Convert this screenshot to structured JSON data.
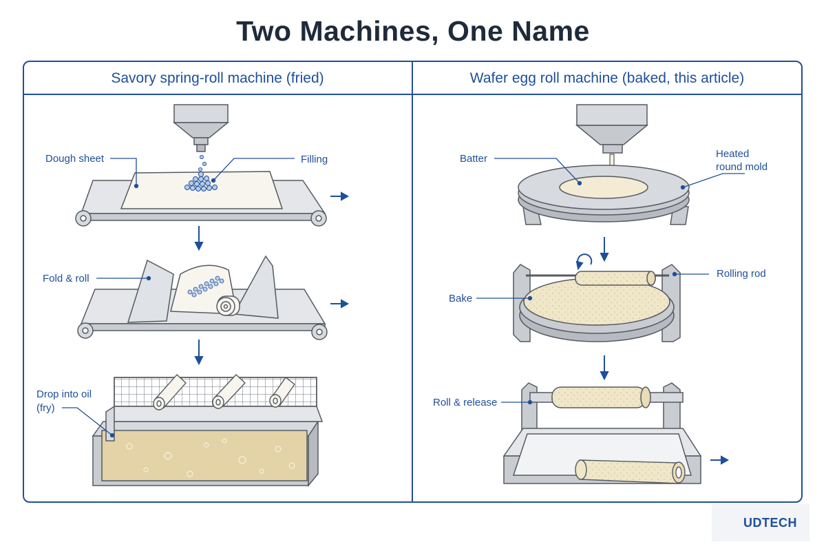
{
  "title": "Two Machines, One Name",
  "left": {
    "heading": "Savory spring-roll machine (fried)",
    "labels": {
      "dough_sheet": "Dough sheet",
      "filling": "Filling",
      "fold_roll": "Fold & roll",
      "drop_oil_line1": "Drop into oil",
      "drop_oil_line2": "(fry)"
    }
  },
  "right": {
    "heading": "Wafer egg roll machine (baked, this article)",
    "labels": {
      "batter": "Batter",
      "heated_line1": "Heated",
      "heated_line2": "round mold",
      "rolling_rod": "Rolling rod",
      "bake": "Bake",
      "roll_release": "Roll & release"
    }
  },
  "logo": {
    "text": "UDTECH",
    "icon": "gear-logo-icon"
  },
  "colors": {
    "accent": "#1d4f9a",
    "steel": "#c9ccd1",
    "batter": "#f2ead2",
    "oil": "#e3d3a6"
  }
}
